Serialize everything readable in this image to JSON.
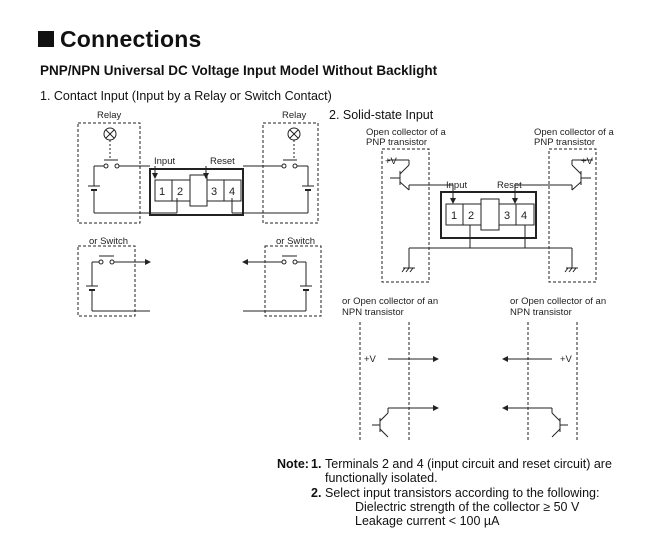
{
  "heading": {
    "title": "Connections",
    "subtitle": "PNP/NPN Universal DC Voltage Input Model Without Backlight"
  },
  "section1": {
    "title": "1.  Contact Input (Input by a Relay or Switch Contact)",
    "relay_label": "Relay",
    "switch_label": "or Switch",
    "input_label": "Input",
    "reset_label": "Reset",
    "terminals": [
      "1",
      "2",
      "3",
      "4"
    ]
  },
  "section2": {
    "title": "2.  Solid-state Input",
    "pnp_label_line1": "Open collector of a",
    "pnp_label_line2": "PNP transistor",
    "npn_label_line1": "or Open collector of an",
    "npn_label_line2": "NPN transistor",
    "supply_label": "+V",
    "input_label": "Input",
    "reset_label": "Reset",
    "terminals": [
      "1",
      "2",
      "3",
      "4"
    ]
  },
  "notes": {
    "label": "Note:",
    "items": [
      {
        "num": "1.",
        "text": "Terminals 2 and 4 (input circuit and reset circuit) are",
        "cont": "functionally isolated."
      },
      {
        "num": "2.",
        "text": "Select input transistors according to the following:",
        "line1": "Dielectric strength of the collector ≥ 50 V",
        "line2": "Leakage current < 100 µA"
      }
    ]
  }
}
